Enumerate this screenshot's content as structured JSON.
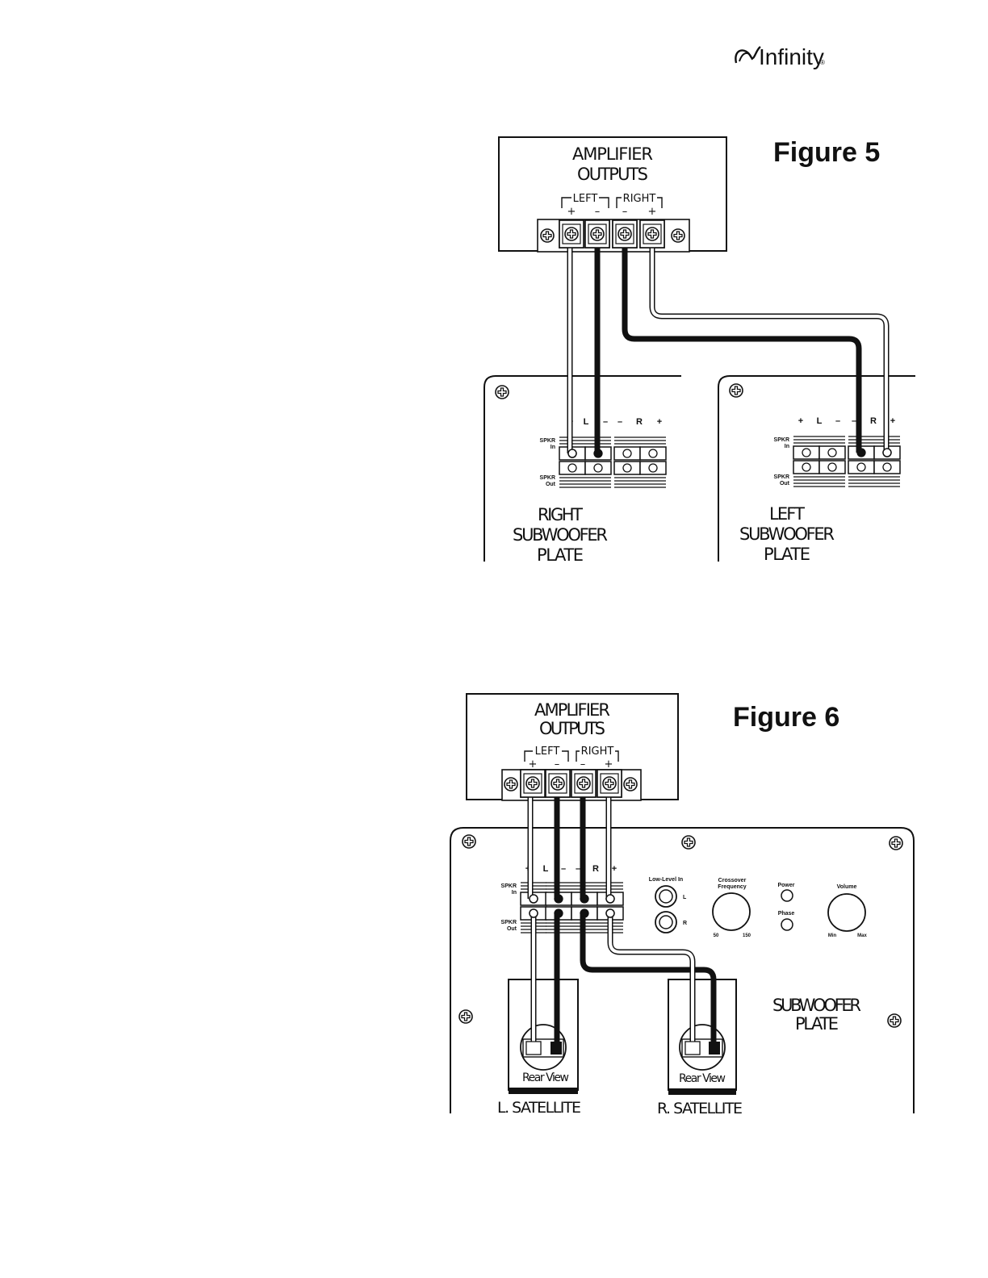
{
  "brand": {
    "name": "Infinity",
    "mark": "®"
  },
  "figure5": {
    "title": "Figure 5",
    "amp_title_1": "AMPLIFIER",
    "amp_title_2": "OUTPUTS",
    "left_label": "LEFT",
    "right_label": "RIGHT",
    "plus": "+",
    "minus": "–",
    "right_plate": {
      "line1": "RIGHT",
      "line2": "SUBWOOFER",
      "line3": "PLATE",
      "lbl_L": "L",
      "lbl_R": "R",
      "plus": "+",
      "minus": "–",
      "spkr1": "SPKR",
      "in": "In",
      "spkr2": "SPKR",
      "out": "Out"
    },
    "left_plate": {
      "line1": "LEFT",
      "line2": "SUBWOOFER",
      "line3": "PLATE",
      "lbl_L": "L",
      "lbl_R": "R",
      "plus": "+",
      "minus": "–",
      "spkr1": "SPKR",
      "in": "In",
      "spkr2": "SPKR",
      "out": "Out"
    }
  },
  "figure6": {
    "title": "Figure 6",
    "amp_title_1": "AMPLIFIER",
    "amp_title_2": "OUTPUTS",
    "left_label": "LEFT",
    "right_label": "RIGHT",
    "plus": "+",
    "minus": "–",
    "plate": {
      "line1": "SUBWOOFER",
      "line2": "PLATE",
      "lbl_L": "L",
      "lbl_R": "R",
      "plus": "+",
      "minus": "–",
      "spkr1": "SPKR",
      "in": "In",
      "spkr2": "SPKR",
      "out": "Out",
      "low_level": "Low-Level In",
      "jack_L": "L",
      "jack_R": "R",
      "crossover_1": "Crossover",
      "crossover_2": "Frequency",
      "cross_min": "50",
      "cross_max": "150",
      "power": "Power",
      "phase": "Phase",
      "volume": "Volume",
      "vol_min": "Min",
      "vol_max": "Max"
    },
    "left_satellite": {
      "label": "L. SATELLITE",
      "rear": "Rear View",
      "plus": "+",
      "minus": "–"
    },
    "right_satellite": {
      "label": "R. SATELLITE",
      "rear": "Rear View",
      "plus": "+",
      "minus": "–"
    }
  },
  "colors": {
    "ink": "#111111",
    "paper": "#ffffff"
  }
}
